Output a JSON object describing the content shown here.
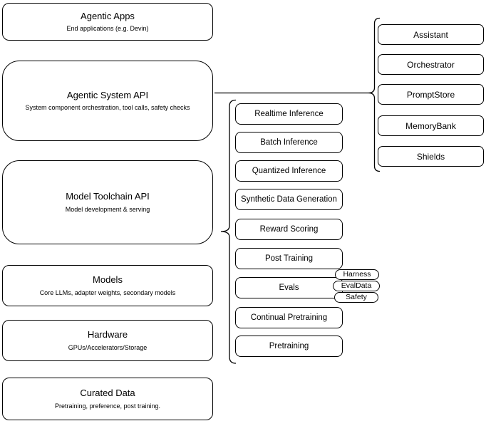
{
  "diagram": {
    "colors": {
      "stroke": "#000000",
      "fill": "#ffffff",
      "background": "#ffffff"
    },
    "left_stack": [
      {
        "title": "Agentic Apps",
        "subtitle": "End applications (e.g. Devin)"
      },
      {
        "title": "Agentic System API",
        "subtitle": "System component orchestration, tool calls, safety checks"
      },
      {
        "title": "Model Toolchain API",
        "subtitle": "Model development & serving"
      },
      {
        "title": "Models",
        "subtitle": "Core LLMs, adapter weights, secondary models"
      },
      {
        "title": "Hardware",
        "subtitle": "GPUs/Accelerators/Storage"
      },
      {
        "title": "Curated Data",
        "subtitle": "Pretraining, preference, post training."
      }
    ],
    "toolchain_items": [
      "Realtime Inference",
      "Batch Inference",
      "Quantized Inference",
      "Synthetic Data Generation",
      "Reward Scoring",
      "Post Training",
      "Evals",
      "Continual Pretraining",
      "Pretraining"
    ],
    "evals_tags": [
      "Harness",
      "EvalData",
      "Safety"
    ],
    "system_components": [
      "Assistant",
      "Orchestrator",
      "PromptStore",
      "MemoryBank",
      "Shields"
    ]
  }
}
